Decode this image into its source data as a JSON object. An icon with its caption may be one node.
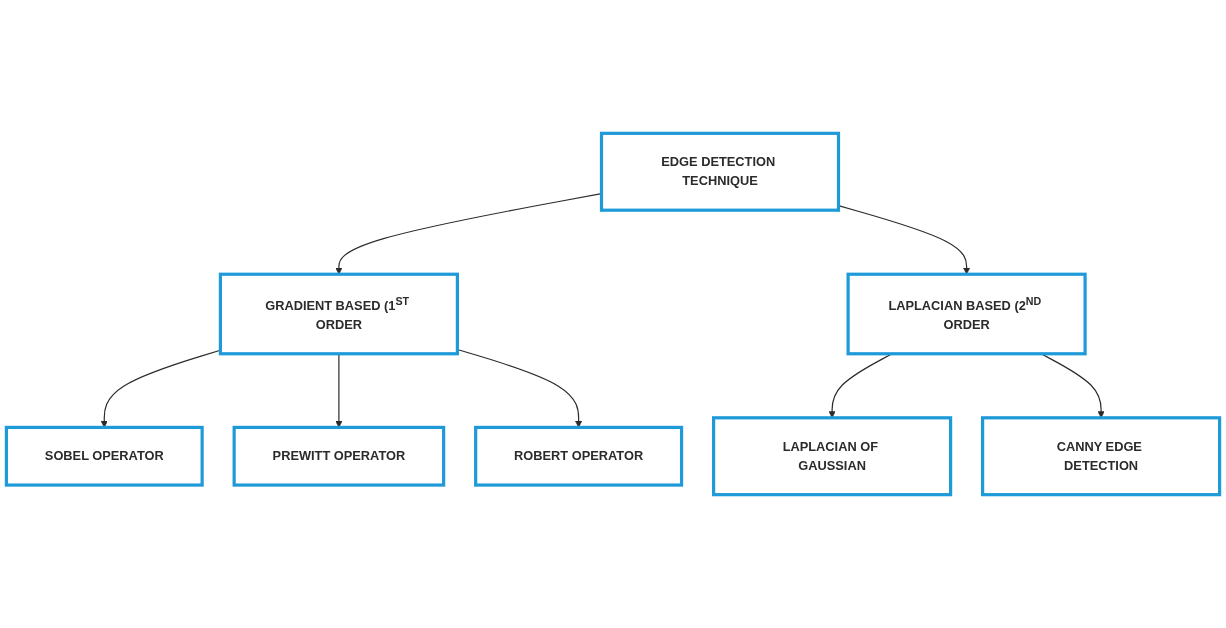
{
  "diagram": {
    "nodes": [
      {
        "text": [
          "EDGE DETECTION TECHNIQUE"
        ]
      },
      {
        "text": [
          "GRADIENT BASED (1$^{ST}$ ORDER"
        ]
      },
      {
        "text": [
          "LAPLACIAN BASED (2$^{ND}$ ORDER"
        ]
      },
      {
        "text": [
          "SOBEL OPERATOR"
        ]
      },
      {
        "text": [
          "PREWITT OPERATOR"
        ]
      },
      {
        "text": [
          "ROBERT OPERATOR"
        ]
      },
      {
        "text": [
          "LAPLACIAN OF GAUSSIAN"
        ]
      },
      {
        "text": [
          "CANNY EDGE DETECTION"
        ]
      }
    ],
    "edges": [
      {
        "from": 0,
        "to": 1,
        "arrow": "to"
      },
      {
        "from": 0,
        "to": 2,
        "arrow": "to"
      },
      {
        "from": 1,
        "to": 3,
        "arrow": "to"
      },
      {
        "from": 1,
        "to": 4,
        "arrow": "to"
      },
      {
        "from": 1,
        "to": 5,
        "arrow": "to"
      },
      {
        "from": 2,
        "to": 6,
        "arrow": "to"
      },
      {
        "from": 2,
        "to": 7,
        "arrow": "to"
      }
    ]
  }
}
